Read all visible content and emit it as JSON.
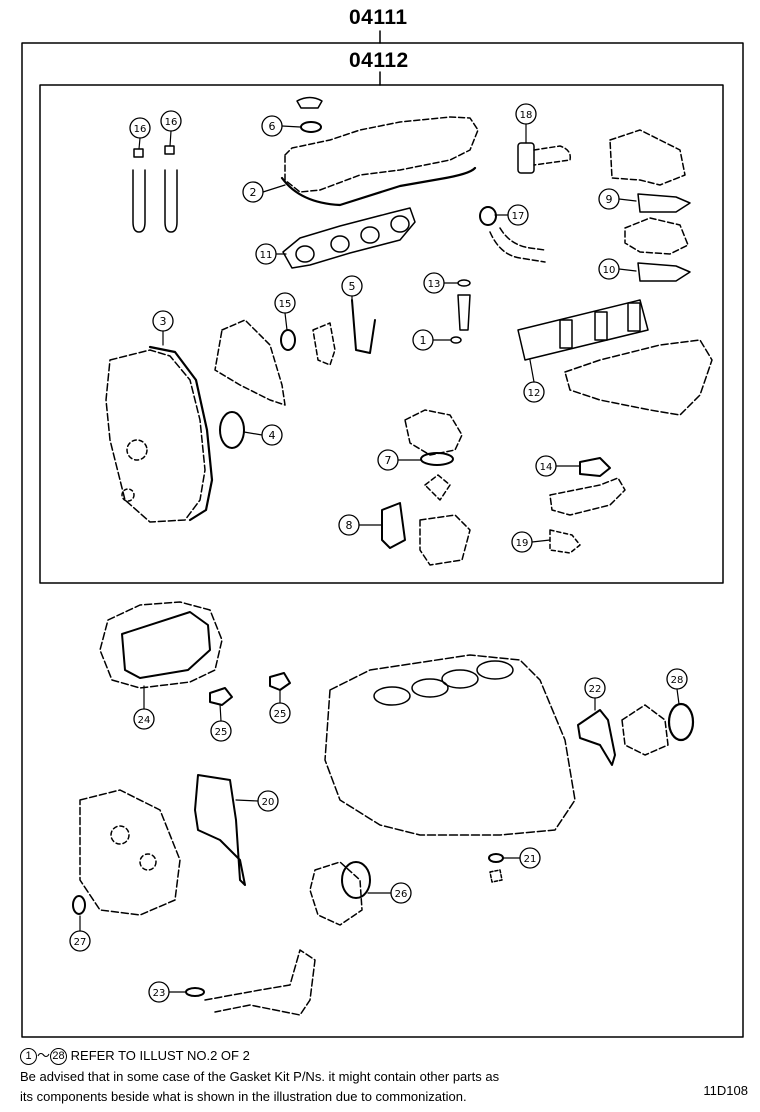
{
  "header": {
    "outer_code": "04111",
    "inner_code": "04112"
  },
  "callouts": [
    "1",
    "2",
    "3",
    "4",
    "5",
    "6",
    "7",
    "8",
    "9",
    "10",
    "11",
    "12",
    "13",
    "14",
    "15",
    "16",
    "16",
    "17",
    "18",
    "19",
    "20",
    "21",
    "22",
    "23",
    "24",
    "25",
    "25",
    "26",
    "27",
    "28"
  ],
  "footer": {
    "range_start": "1",
    "range_tilde": "～",
    "range_end": "28",
    "range_text": "REFER TO ILLUST NO.2 OF 2",
    "note_line1": "Be advised that in some case of the Gasket Kit P/Ns.  it might contain other parts as",
    "note_line2": "its components beside what is shown in the illustration due to commonization.",
    "figure_code": "11D108"
  },
  "colors": {
    "ink": "#000000",
    "paper": "#ffffff"
  }
}
